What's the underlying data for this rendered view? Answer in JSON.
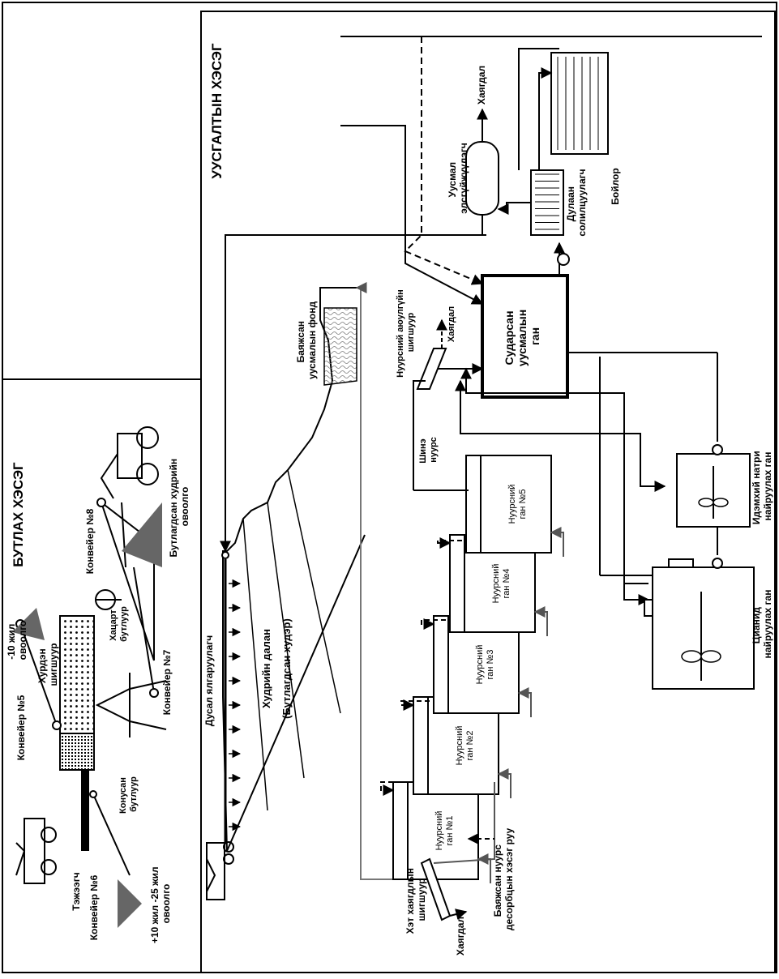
{
  "sections": {
    "crushing": "БУТЛАХ ХЭСЭГ",
    "leaching": "УУСГАЛТЫН ХЭСЭГ"
  },
  "crushing": {
    "conveyor5": "Конвейер №5",
    "conveyor6": "Конвейер №6",
    "conveyor7": "Конвейер №7",
    "conveyor8": "Конвейер №8",
    "feeder": "Тэжээгч",
    "pile_minus10": [
      "-10 жил",
      "овоолго"
    ],
    "pile_plus10": [
      "+10 жил -25 жил",
      "овоолго"
    ],
    "screen": [
      "Хурдэн",
      "шигшуур"
    ],
    "cone_crusher": [
      "Конусан",
      "бутлуур"
    ],
    "jaw_crusher": [
      "Хацарт",
      "бутлуур"
    ],
    "crushed_pile": [
      "Бутлагдсан худрийн",
      "овоолго"
    ]
  },
  "leaching": {
    "sprinkler": "Дусал ялгаруулагч",
    "heap_label": "Худрийн далан",
    "heap_sub": "(Бутлагдсан худэр)",
    "pond": [
      "Баяжсан",
      "уусмалын фонд"
    ],
    "carbon_tanks": [
      [
        "Нуурсний",
        "ган №1"
      ],
      [
        "Нуурсний",
        "ган №2"
      ],
      [
        "Нуурсний",
        "ган №3"
      ],
      [
        "Нуурсний",
        "ган №4"
      ],
      [
        "Нуурсний",
        "ган №5"
      ]
    ],
    "waste_screen": [
      "Хэт хаягдлын",
      "шигшуур"
    ],
    "waste1": "Хаягдал",
    "enriched_carbon": [
      "Баяжсан нуурс",
      "десорбцын хэсэг руу"
    ],
    "fine_carbon": [
      "Шинэ",
      "нуурс"
    ],
    "safety_screen": [
      "Нуурсний аюулгүйн",
      "шигшуур"
    ],
    "waste2": "Хаягдал",
    "barren_tank": [
      "Сударсан",
      "уусмалын",
      "ган"
    ],
    "electrolyzer": [
      "Уусмал",
      "элсгүйжүүлэгч"
    ],
    "waste3": "Хаягдал",
    "heat_exchanger": [
      "Дулаан",
      "солилцуулагч"
    ],
    "boiler": "Бойлор",
    "naoh_tank": [
      "Идэмхий натри",
      "найруулах ган"
    ],
    "cyanide_tank": [
      "Цианид",
      "найруулах ган"
    ]
  }
}
